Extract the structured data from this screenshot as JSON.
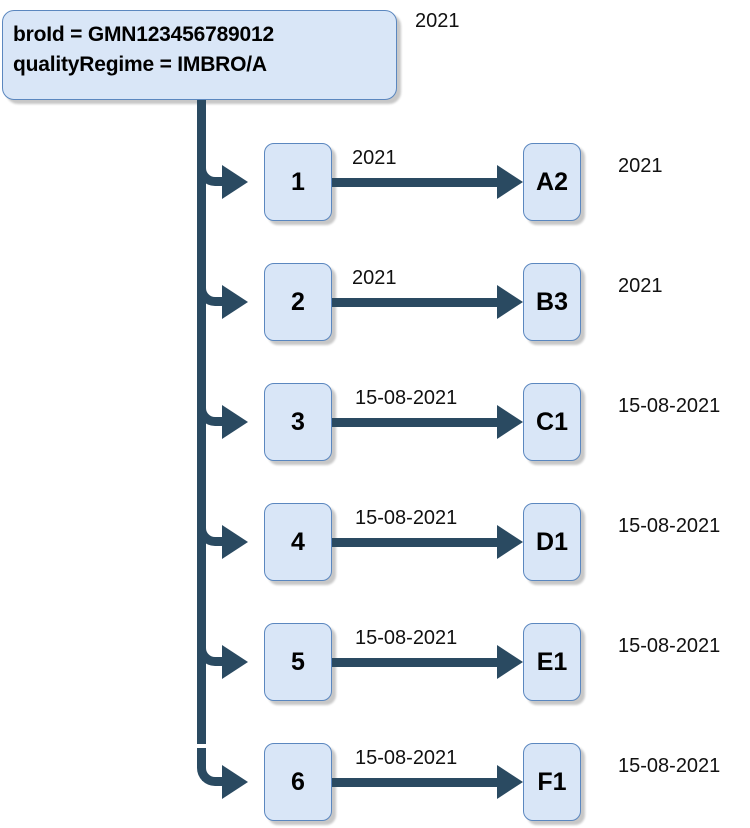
{
  "diagram": {
    "root": {
      "lines": [
        "broId = GMN123456789012",
        "qualityRegime = IMBRO/A"
      ],
      "side_label": "2021"
    },
    "rows": [
      {
        "left_label": "1",
        "edge_label": "2021",
        "right_label": "A2",
        "side_label": "2021"
      },
      {
        "left_label": "2",
        "edge_label": "2021",
        "right_label": "B3",
        "side_label": "2021"
      },
      {
        "left_label": "3",
        "edge_label": "15-08-2021",
        "right_label": "C1",
        "side_label": "15-08-2021"
      },
      {
        "left_label": "4",
        "edge_label": "15-08-2021",
        "right_label": "D1",
        "side_label": "15-08-2021"
      },
      {
        "left_label": "5",
        "edge_label": "15-08-2021",
        "right_label": "E1",
        "side_label": "15-08-2021"
      },
      {
        "left_label": "6",
        "edge_label": "15-08-2021",
        "right_label": "F1",
        "side_label": "15-08-2021"
      }
    ],
    "colors": {
      "node_fill": "#d9e6f7",
      "node_border": "#5b87bf",
      "connector": "#2a4a61",
      "background": "#ffffff",
      "text": "#000000"
    }
  }
}
